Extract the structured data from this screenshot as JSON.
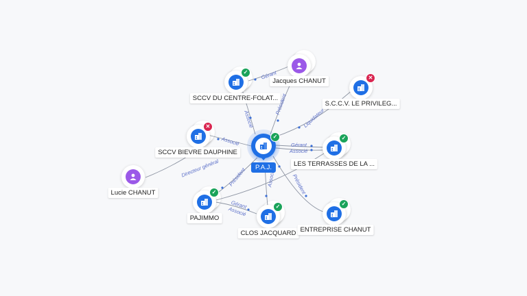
{
  "center": {
    "label": "P.A.J.",
    "status": "ok",
    "icon": "company-building-icon"
  },
  "nodes": {
    "sccv_centre": {
      "label": "SCCV DU CENTRE-FOLAT...",
      "type": "company",
      "status": "ok",
      "stacked": true
    },
    "jacques": {
      "label": "Jacques CHANUT",
      "type": "person",
      "stacked": true
    },
    "scv_privileg": {
      "label": "S.C.C.V. LE PRIVILEG...",
      "type": "company",
      "status": "ko"
    },
    "sccv_bievre": {
      "label": "SCCV BIEVRE DAUPHINE",
      "type": "company",
      "status": "ko",
      "stacked": true
    },
    "terrasses": {
      "label": "LES TERRASSES DE LA ...",
      "type": "company",
      "status": "ok",
      "stacked": true
    },
    "lucie": {
      "label": "Lucie CHANUT",
      "type": "person"
    },
    "pajimmo": {
      "label": "PAJIMMO",
      "type": "company",
      "status": "ok",
      "stacked": true
    },
    "clos": {
      "label": "CLOS JACQUARD",
      "type": "company",
      "status": "ok",
      "stacked": true
    },
    "entreprise": {
      "label": "ENTREPRISE CHANUT",
      "type": "company",
      "status": "ok",
      "stacked": true
    }
  },
  "edges": {
    "gerant_1": "Gérant",
    "associe_1": "Associé",
    "president_1": "Président",
    "liquidateur": "Liquidateur",
    "associe_2": "Associé",
    "gerant_2": "Gérant",
    "associe_3": "Associé",
    "directeur": "Directeur général",
    "president_2": "Président",
    "associe_4": "Associé",
    "gerant_3": "Gérant",
    "associe_5": "Associé",
    "president_3": "Président"
  },
  "colors": {
    "accent": "#1f6fe5",
    "person": "#9b59e8",
    "ok": "#1aa35a",
    "ko": "#d92550",
    "edge_label": "#5a6ec8"
  }
}
